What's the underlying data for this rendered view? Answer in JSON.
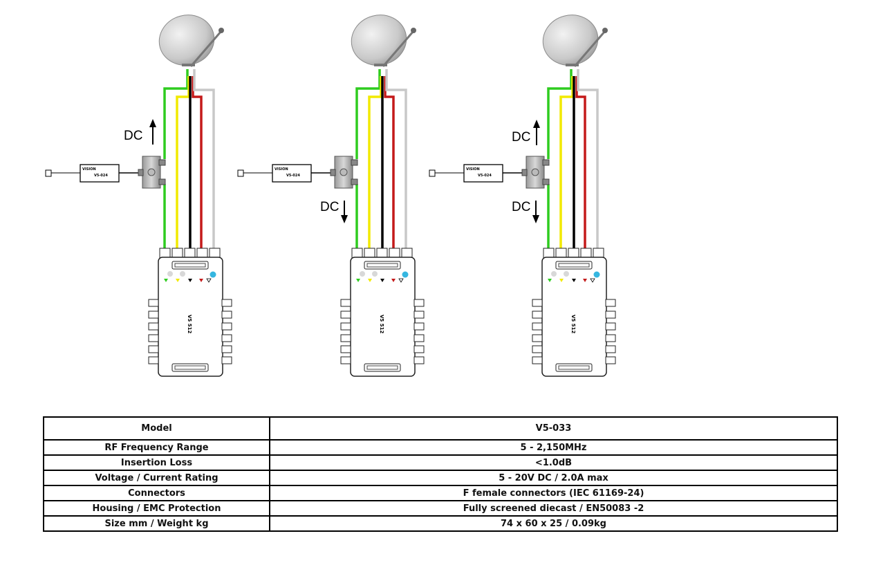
{
  "diagram": {
    "dc_label": "DC",
    "psu_brand": "VISION",
    "psu_model": "V5-024",
    "multiswitch_model": "V5 512",
    "cable_colors": {
      "green": "#2ecc1f",
      "yellow": "#f2ea00",
      "black": "#000000",
      "red": "#c41a1a",
      "grey": "#c8c8c8"
    },
    "panels": [
      {
        "dc_direction": "up"
      },
      {
        "dc_direction": "down"
      },
      {
        "dc_direction": "both"
      }
    ]
  },
  "specs": {
    "rows": [
      {
        "label": "Model",
        "value": "V5-033"
      },
      {
        "label": "RF Frequency Range",
        "value": "5 - 2,150MHz"
      },
      {
        "label": "Insertion Loss",
        "value": "<1.0dB"
      },
      {
        "label": "Voltage / Current Rating",
        "value": "5 - 20V DC / 2.0A max"
      },
      {
        "label": "Connectors",
        "value": "F female connectors (IEC 61169-24)"
      },
      {
        "label": "Housing / EMC Protection",
        "value": "Fully screened diecast / EN50083 -2"
      },
      {
        "label": "Size mm / Weight kg",
        "value": "74 x 60 x 25 / 0.09kg"
      }
    ]
  }
}
